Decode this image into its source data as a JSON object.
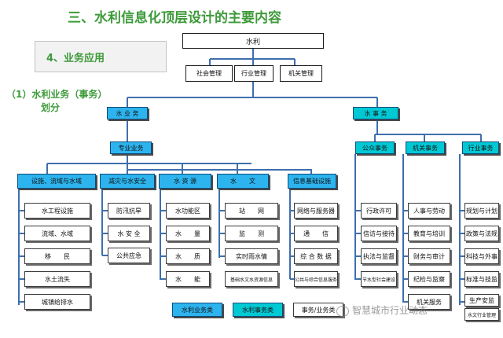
{
  "title": "三、水利信息化顶层设计的主要内容",
  "section": "4、业务应用",
  "side_label": [
    "（1）水利业务（事务）",
    "划分"
  ],
  "colors": {
    "heading": "#3e9a3a",
    "cyan_box": "#00c9d4",
    "blue_box": "#2db4ee",
    "connector": "#3f6fad"
  },
  "diagram": {
    "root": "水利",
    "management": [
      "社会管理",
      "行业管理",
      "机关管理"
    ],
    "business": "水 业 务",
    "affairs": "水 事 务",
    "professional": "专业业务",
    "public_affairs": "公众事务",
    "office_affairs": "机关事务",
    "industry_affairs": "行业事务",
    "categories": [
      "设施、流域与水域",
      "减灾与水安全",
      "水 资 源",
      "水　　文",
      "信息基础设施"
    ],
    "facilities": [
      "水工程设施",
      "流域、水域",
      "移　　民",
      "水土流失",
      "城镇给排水"
    ],
    "disaster": [
      "防汛抗旱",
      "水 安 全",
      "公共应急"
    ],
    "resources": [
      "水功能区",
      "水　　量",
      "水　　质",
      "水　　能"
    ],
    "hydrology": [
      "站　　网",
      "监　　测",
      "实时雨水情",
      "基础水文水资源信息"
    ],
    "infrastructure": [
      "网络与服务器",
      "通　　信",
      "综 合 数 据",
      "公共与综合信息服务"
    ],
    "public": [
      "行政许可",
      "信访与接待",
      "执法与监督",
      "节水型社会建设"
    ],
    "office": [
      "人事与劳动",
      "教育与培训",
      "财务与审计",
      "纪检与监察",
      "机关服务"
    ],
    "industry": [
      "规划与计划",
      "政策与法规",
      "科技与外事",
      "标准与技监",
      "生产安监",
      "水文行业管理"
    ]
  },
  "legend": [
    "水利业务类",
    "水利事务类",
    "事务/业务类"
  ],
  "watermark": "智慧城市行业动态"
}
